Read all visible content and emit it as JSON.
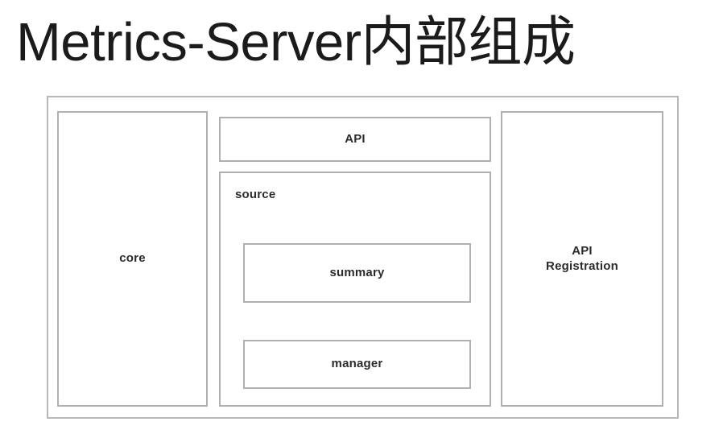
{
  "title": "Metrics-Server内部组成",
  "diagram": {
    "type": "block-diagram",
    "columns": [
      {
        "name": "core-column",
        "blocks": [
          {
            "id": "core",
            "label": "core"
          }
        ]
      },
      {
        "name": "middle-column",
        "blocks": [
          {
            "id": "api",
            "label": "API"
          },
          {
            "id": "source",
            "label": "source",
            "children": [
              {
                "id": "summary",
                "label": "summary"
              },
              {
                "id": "manager",
                "label": "manager"
              }
            ]
          }
        ]
      },
      {
        "name": "registration-column",
        "blocks": [
          {
            "id": "api-registration",
            "label": "API\nRegistration",
            "line1": "API",
            "line2": "Registration"
          }
        ]
      }
    ]
  },
  "colors": {
    "background": "#ffffff",
    "border": "#b0b0b0",
    "outer_border": "#b7b7b7",
    "title_text": "#1b1b1b",
    "label_text": "#2b2b2b"
  }
}
